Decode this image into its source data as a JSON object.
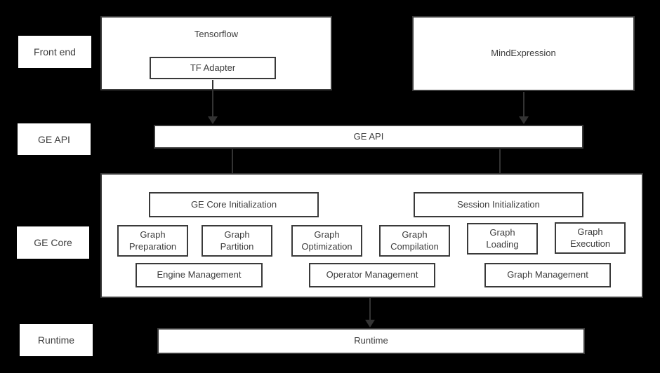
{
  "colors": {
    "background": "#000000",
    "box_fill": "#ffffff",
    "border": "#3a3a3a",
    "text": "#3d3d3d",
    "arrow": "#333333"
  },
  "side_labels": {
    "front_end": "Front end",
    "ge_api": "GE API",
    "ge_core": "GE Core",
    "runtime": "Runtime"
  },
  "front_end": {
    "tensorflow_label": "Tensorflow",
    "tf_adapter_label": "TF Adapter",
    "mindexpression_label": "MindExpression"
  },
  "ge_api": {
    "label": "GE API"
  },
  "ge_core": {
    "core_init_label": "GE Core Initialization",
    "session_init_label": "Session Initialization",
    "modules": [
      "Graph Preparation",
      "Graph Partition",
      "Graph Optimization",
      "Graph Compilation",
      "Graph Loading",
      "Graph Execution"
    ],
    "management": [
      "Engine Management",
      "Operator Management",
      "Graph Management"
    ]
  },
  "runtime": {
    "label": "Runtime"
  }
}
